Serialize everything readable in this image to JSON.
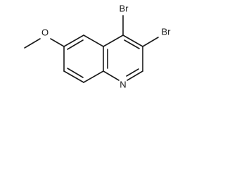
{
  "molecule": {
    "atoms": [
      {
        "id": "br1",
        "symbol": "Br"
      },
      {
        "id": "br2",
        "symbol": "Br"
      },
      {
        "id": "o1",
        "symbol": "O"
      },
      {
        "id": "n1",
        "symbol": "N"
      }
    ]
  }
}
